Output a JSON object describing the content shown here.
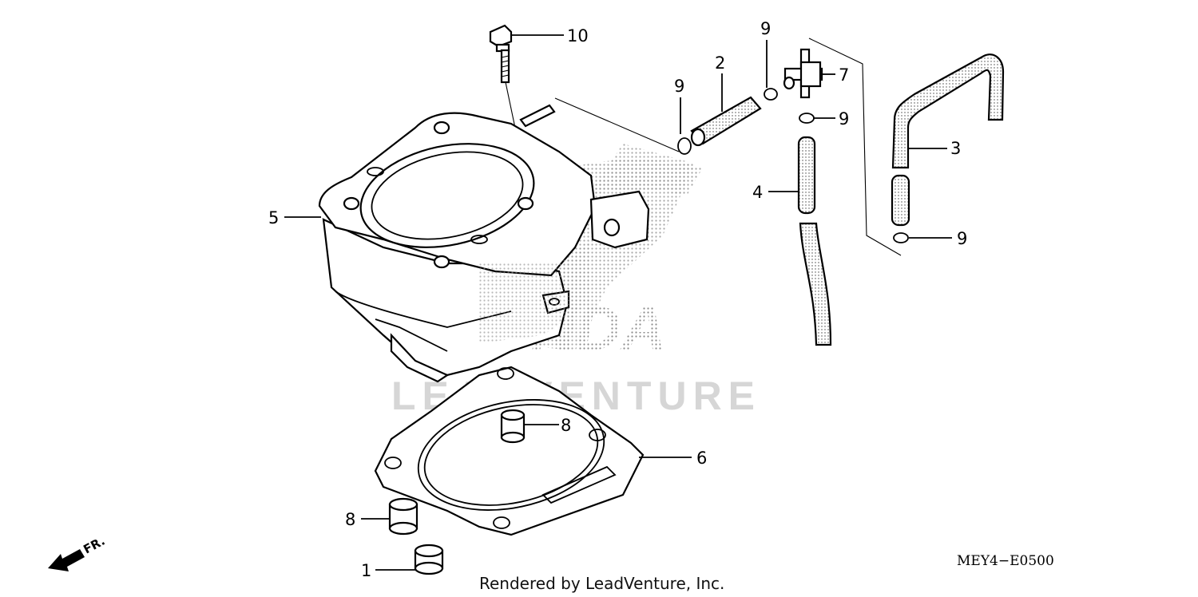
{
  "watermark": {
    "brand": "HONDA",
    "company": "LEADVENTURE"
  },
  "diagram_code": "MEY4−E0500",
  "credit": "Rendered by LeadVenture, Inc.",
  "direction_label": "FR.",
  "callouts": [
    {
      "id": "c10",
      "label": "10"
    },
    {
      "id": "c9a",
      "label": "9"
    },
    {
      "id": "c2",
      "label": "2"
    },
    {
      "id": "c9b",
      "label": "9"
    },
    {
      "id": "c7",
      "label": "7"
    },
    {
      "id": "c9c",
      "label": "9"
    },
    {
      "id": "c3",
      "label": "3"
    },
    {
      "id": "c4",
      "label": "4"
    },
    {
      "id": "c9d",
      "label": "9"
    },
    {
      "id": "c5",
      "label": "5"
    },
    {
      "id": "c8a",
      "label": "8"
    },
    {
      "id": "c6",
      "label": "6"
    },
    {
      "id": "c8b",
      "label": "8"
    },
    {
      "id": "c1",
      "label": "1"
    }
  ]
}
